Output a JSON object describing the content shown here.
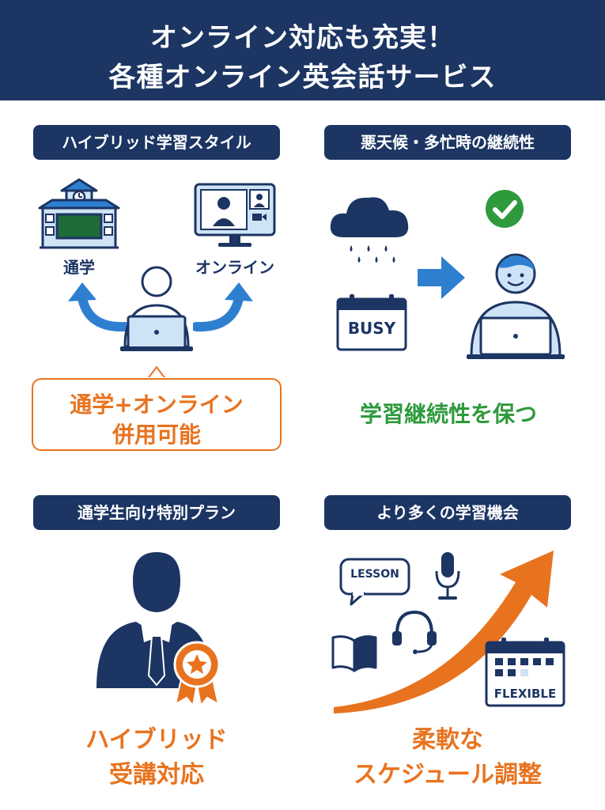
{
  "header": {
    "line1": "オンライン対応も充実！",
    "line2": "各種オンライン英会話サービス"
  },
  "section1": {
    "title": "ハイブリッド学習スタイル",
    "label_school": "通学",
    "label_online": "オンライン",
    "callout_line1": "通学+オンライン",
    "callout_line2": "併用可能"
  },
  "section2": {
    "title": "悪天候・多忙時の継続性",
    "busy_label": "BUSY",
    "caption": "学習継続性を保つ"
  },
  "section3": {
    "title": "通学生向け特別プラン",
    "caption_line1": "ハイブリッド",
    "caption_line2": "受講対応"
  },
  "section4": {
    "title": "より多くの学習機会",
    "lesson_label": "LESSON",
    "flexible_label": "FLEXIBLE",
    "caption_line1": "柔軟な",
    "caption_line2": "スケジュール調整"
  },
  "colors": {
    "navy": "#1c3563",
    "orange": "#e8731f",
    "green": "#2e9a3c",
    "blue": "#2f7fd1",
    "light_blue": "#cfe3f7"
  },
  "icons": [
    "school-icon",
    "monitor-video-call-icon",
    "person-laptop-icon",
    "curved-arrow-icon",
    "rain-cloud-icon",
    "busy-calendar-icon",
    "right-arrow-icon",
    "check-circle-icon",
    "businessman-icon",
    "award-ribbon-icon",
    "lesson-bubble-icon",
    "microphone-icon",
    "headset-icon",
    "book-icon",
    "rising-arrow-icon",
    "flexible-calendar-icon"
  ]
}
